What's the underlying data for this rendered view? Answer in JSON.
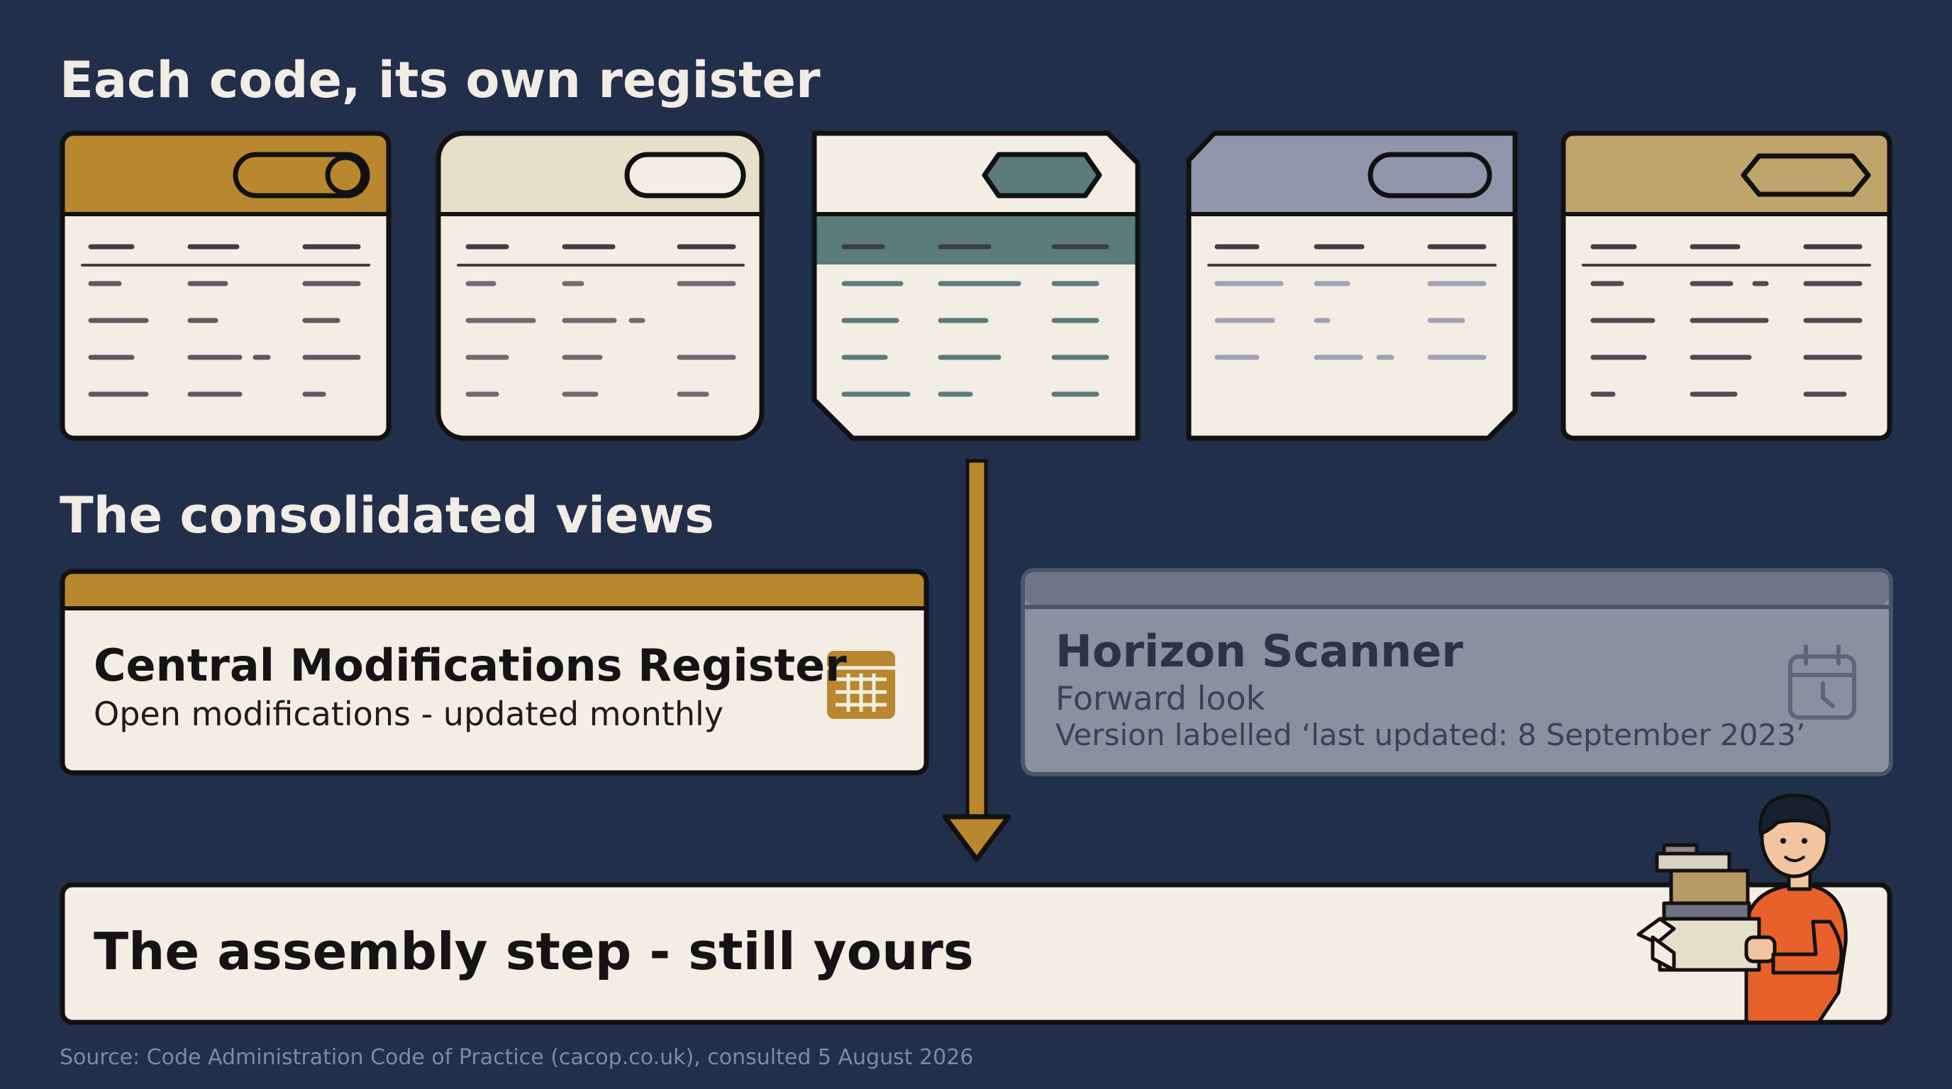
{
  "section_titles": {
    "registers": "Each code, its own register",
    "consolidated": "The consolidated views"
  },
  "registers": [
    {
      "header_color": "#b8872e",
      "icon": "toggle-on-icon"
    },
    {
      "header_color": "#e6dfca",
      "icon": "pill-tab-icon"
    },
    {
      "header_color": "#f2eee3",
      "icon": "hexagon-tab-icon",
      "band_color": "#5c7b7b"
    },
    {
      "header_color": "#9097ac",
      "icon": "pill-tab-icon"
    },
    {
      "header_color": "#bfa46c",
      "icon": "hexagon-tab-icon"
    }
  ],
  "central_register": {
    "title": "Central Modifications Register",
    "subtitle": "Open modifications - updated monthly",
    "accent": "#b8872e",
    "icon": "calendar-grid-icon"
  },
  "horizon_scanner": {
    "title": "Horizon Scanner",
    "subtitle": "Forward look",
    "note": "Version labelled ‘last updated: 8 September 2023’",
    "icon": "calendar-clock-icon",
    "state": "faded"
  },
  "assembly": {
    "label": "The assembly step - still yours",
    "illustration": "person-carrying-boxes-icon"
  },
  "source": "Source: Code Administration Code of Practice (cacop.co.uk), consulted 5 August 2026"
}
